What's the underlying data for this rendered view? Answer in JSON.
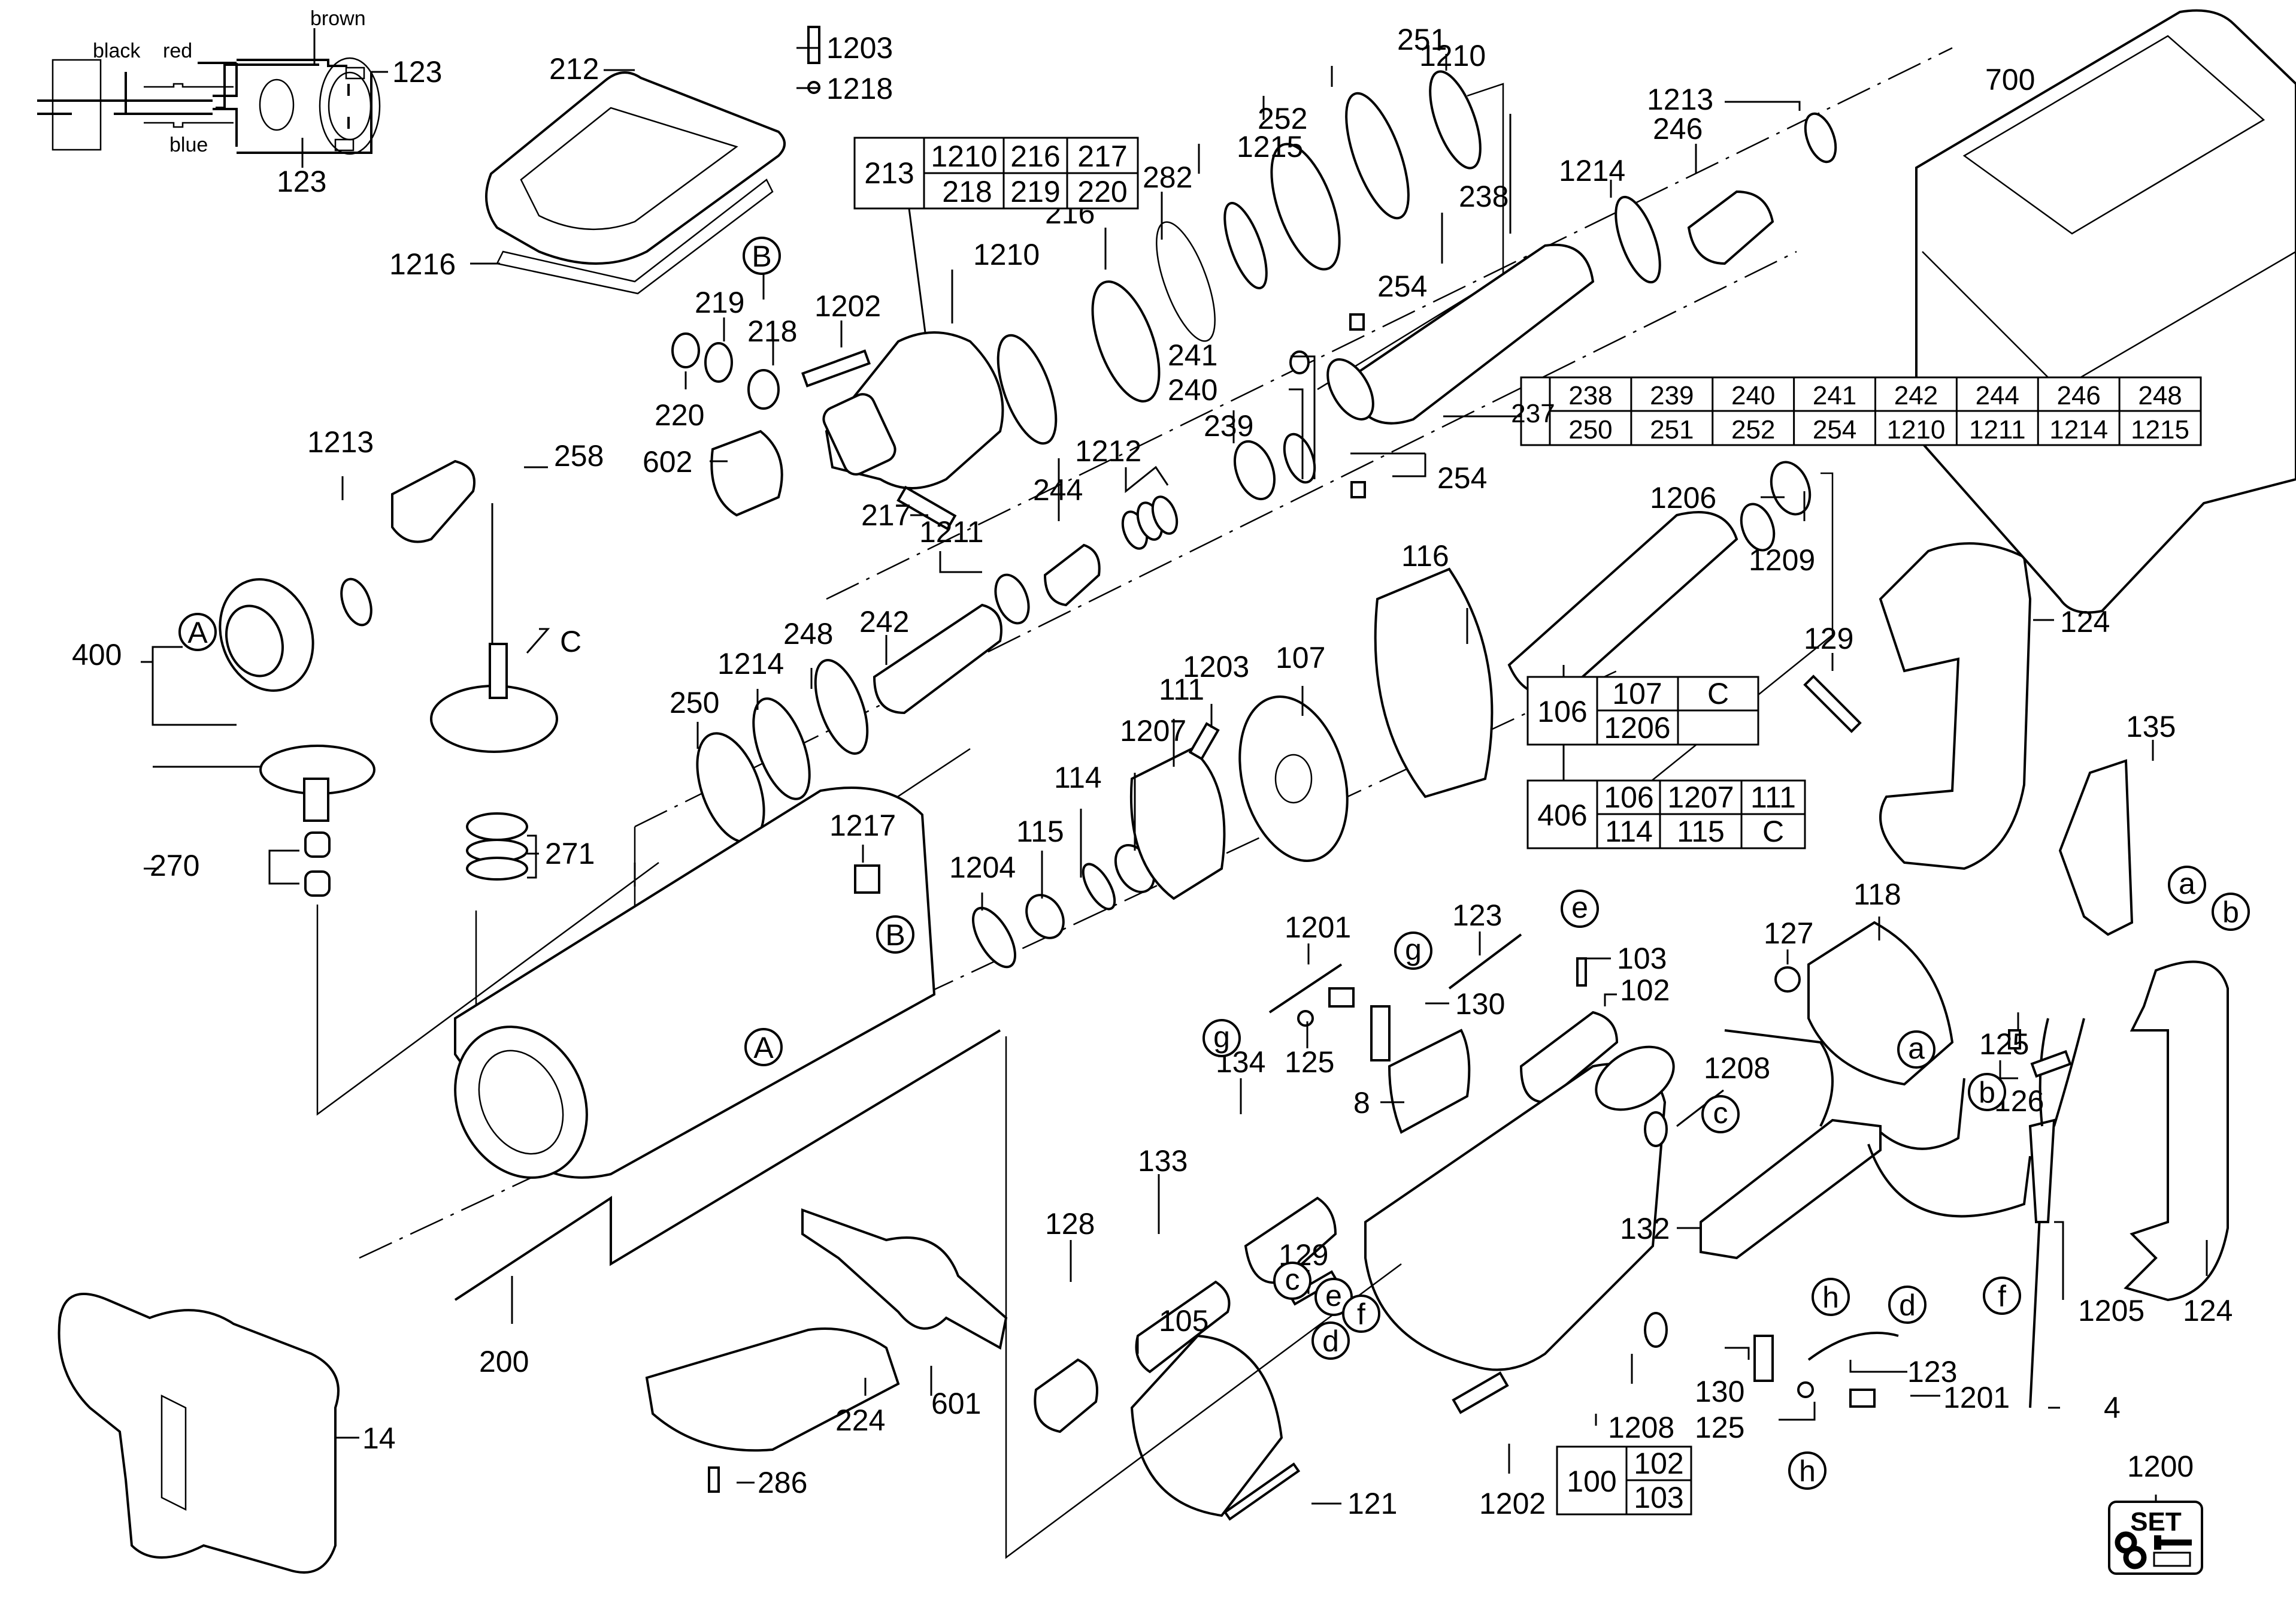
{
  "diagram": {
    "type": "exploded parts view",
    "subject": "demolition hammer",
    "wiring": {
      "wire_labels": [
        "black",
        "red",
        "brown",
        "blue"
      ],
      "part_labels": [
        "123",
        "123"
      ]
    },
    "callouts": [
      {
        "id": "212",
        "text": "212"
      },
      {
        "id": "1203a",
        "text": "1203"
      },
      {
        "id": "1218",
        "text": "1218"
      },
      {
        "id": "1216",
        "text": "1216"
      },
      {
        "id": "1210a",
        "text": "1210"
      },
      {
        "id": "251",
        "text": "251"
      },
      {
        "id": "252",
        "text": "252"
      },
      {
        "id": "1215",
        "text": "1215"
      },
      {
        "id": "282",
        "text": "282"
      },
      {
        "id": "216",
        "text": "216"
      },
      {
        "id": "1210b",
        "text": "1210"
      },
      {
        "id": "1213a",
        "text": "1213"
      },
      {
        "id": "246",
        "text": "246"
      },
      {
        "id": "1214a",
        "text": "1214"
      },
      {
        "id": "700",
        "text": "700"
      },
      {
        "id": "238",
        "text": "238"
      },
      {
        "id": "254a",
        "text": "254"
      },
      {
        "id": "241",
        "text": "241"
      },
      {
        "id": "240",
        "text": "240"
      },
      {
        "id": "239",
        "text": "239"
      },
      {
        "id": "254b",
        "text": "254"
      },
      {
        "id": "219",
        "text": "219"
      },
      {
        "id": "218",
        "text": "218"
      },
      {
        "id": "1202a",
        "text": "1202"
      },
      {
        "id": "220",
        "text": "220"
      },
      {
        "id": "602",
        "text": "602"
      },
      {
        "id": "217",
        "text": "217"
      },
      {
        "id": "1212",
        "text": "1212"
      },
      {
        "id": "244",
        "text": "244"
      },
      {
        "id": "1211",
        "text": "1211"
      },
      {
        "id": "242",
        "text": "242"
      },
      {
        "id": "248",
        "text": "248"
      },
      {
        "id": "1214b",
        "text": "1214"
      },
      {
        "id": "250",
        "text": "250"
      },
      {
        "id": "1213b",
        "text": "1213"
      },
      {
        "id": "258",
        "text": "258"
      },
      {
        "id": "400",
        "text": "400"
      },
      {
        "id": "C1",
        "text": "C"
      },
      {
        "id": "270",
        "text": "270"
      },
      {
        "id": "271",
        "text": "271"
      },
      {
        "id": "1206a",
        "text": "1206"
      },
      {
        "id": "1209",
        "text": "1209"
      },
      {
        "id": "116",
        "text": "116"
      },
      {
        "id": "107",
        "text": "107"
      },
      {
        "id": "1203b",
        "text": "1203"
      },
      {
        "id": "111",
        "text": "111"
      },
      {
        "id": "1207",
        "text": "1207"
      },
      {
        "id": "114",
        "text": "114"
      },
      {
        "id": "115",
        "text": "115"
      },
      {
        "id": "1204",
        "text": "1204"
      },
      {
        "id": "1217",
        "text": "1217"
      },
      {
        "id": "129a",
        "text": "129"
      },
      {
        "id": "124a",
        "text": "124"
      },
      {
        "id": "135",
        "text": "135"
      },
      {
        "id": "118",
        "text": "118"
      },
      {
        "id": "127",
        "text": "127"
      },
      {
        "id": "1201a",
        "text": "1201"
      },
      {
        "id": "123a",
        "text": "123"
      },
      {
        "id": "103",
        "text": "103"
      },
      {
        "id": "102",
        "text": "102"
      },
      {
        "id": "130a",
        "text": "130"
      },
      {
        "id": "125a",
        "text": "125"
      },
      {
        "id": "134",
        "text": "134"
      },
      {
        "id": "8",
        "text": "8"
      },
      {
        "id": "1208a",
        "text": "1208"
      },
      {
        "id": "133",
        "text": "133"
      },
      {
        "id": "128",
        "text": "128"
      },
      {
        "id": "132",
        "text": "132"
      },
      {
        "id": "125b",
        "text": "125"
      },
      {
        "id": "126",
        "text": "126"
      },
      {
        "id": "129b",
        "text": "129"
      },
      {
        "id": "105",
        "text": "105"
      },
      {
        "id": "121",
        "text": "121"
      },
      {
        "id": "1202b",
        "text": "1202"
      },
      {
        "id": "1208b",
        "text": "1208"
      },
      {
        "id": "130b",
        "text": "130"
      },
      {
        "id": "125c",
        "text": "125"
      },
      {
        "id": "123b",
        "text": "123"
      },
      {
        "id": "1201b",
        "text": "1201"
      },
      {
        "id": "1205",
        "text": "1205"
      },
      {
        "id": "124b",
        "text": "124"
      },
      {
        "id": "4",
        "text": "4"
      },
      {
        "id": "200",
        "text": "200"
      },
      {
        "id": "14",
        "text": "14"
      },
      {
        "id": "224",
        "text": "224"
      },
      {
        "id": "601",
        "text": "601"
      },
      {
        "id": "286",
        "text": "286"
      },
      {
        "id": "1200",
        "text": "1200"
      }
    ],
    "circle_markers": [
      {
        "id": "B1",
        "text": "B"
      },
      {
        "id": "A1",
        "text": "A"
      },
      {
        "id": "A2",
        "text": "A"
      },
      {
        "id": "B2",
        "text": "B"
      },
      {
        "id": "a1",
        "text": "a"
      },
      {
        "id": "b1",
        "text": "b"
      },
      {
        "id": "g1",
        "text": "g"
      },
      {
        "id": "g2",
        "text": "g"
      },
      {
        "id": "e1",
        "text": "e"
      },
      {
        "id": "c1",
        "text": "c"
      },
      {
        "id": "a2",
        "text": "a"
      },
      {
        "id": "b2",
        "text": "b"
      },
      {
        "id": "h1",
        "text": "h"
      },
      {
        "id": "d1",
        "text": "d"
      },
      {
        "id": "f1",
        "text": "f"
      },
      {
        "id": "h2",
        "text": "h"
      },
      {
        "id": "c2",
        "text": "c"
      },
      {
        "id": "e2",
        "text": "e"
      },
      {
        "id": "f2",
        "text": "f"
      },
      {
        "id": "d2",
        "text": "d"
      }
    ],
    "kit_tables": [
      {
        "id": "213",
        "kit": "213",
        "rows": [
          [
            "1210",
            "216",
            "217"
          ],
          [
            "218",
            "219",
            "220"
          ]
        ]
      },
      {
        "id": "237",
        "kit": "237",
        "rows": [
          [
            "238",
            "239",
            "240",
            "241",
            "242",
            "244",
            "246",
            "248"
          ],
          [
            "250",
            "251",
            "252",
            "254",
            "1210",
            "1211",
            "1214",
            "1215"
          ]
        ]
      },
      {
        "id": "106",
        "kit": "106",
        "rows": [
          [
            "107",
            "C"
          ],
          [
            "1206",
            ""
          ]
        ]
      },
      {
        "id": "406",
        "kit": "406",
        "rows": [
          [
            "106",
            "1207",
            "111"
          ],
          [
            "114",
            "115",
            "C"
          ]
        ]
      },
      {
        "id": "100",
        "kit": "100",
        "rows": [
          [
            "102"
          ],
          [
            "103"
          ]
        ]
      }
    ],
    "set_badge": {
      "label": "SET",
      "part": "1200"
    }
  }
}
